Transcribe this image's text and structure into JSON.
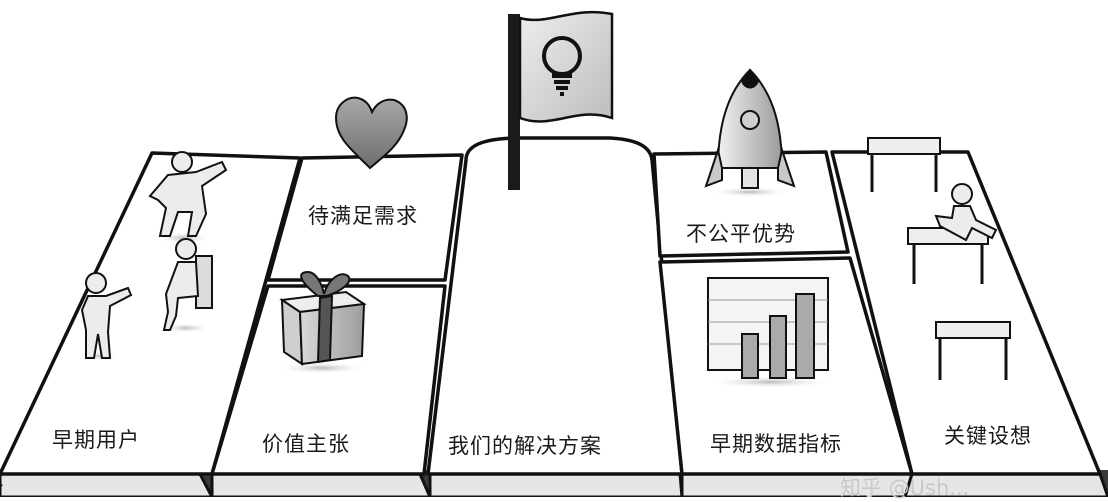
{
  "canvas": {
    "labels": {
      "early_users": "早期用户",
      "unmet_needs": "待满足需求",
      "value_proposition": "价值主张",
      "our_solution": "我们的解决方案",
      "unfair_advantage": "不公平优势",
      "early_metrics": "早期数据指标",
      "key_assumptions": "关键设想"
    },
    "watermark": "知乎 @Ush..."
  },
  "icons": [
    "person-figures-icon",
    "heart-icon",
    "gift-box-icon",
    "flag-lightbulb-icon",
    "rocket-icon",
    "bar-chart-icon",
    "hurdles-runner-icon"
  ],
  "colors": {
    "ink": "#111111",
    "gray": "#888888",
    "light": "#f4f4f4",
    "shadow": "#2a2a2a"
  }
}
